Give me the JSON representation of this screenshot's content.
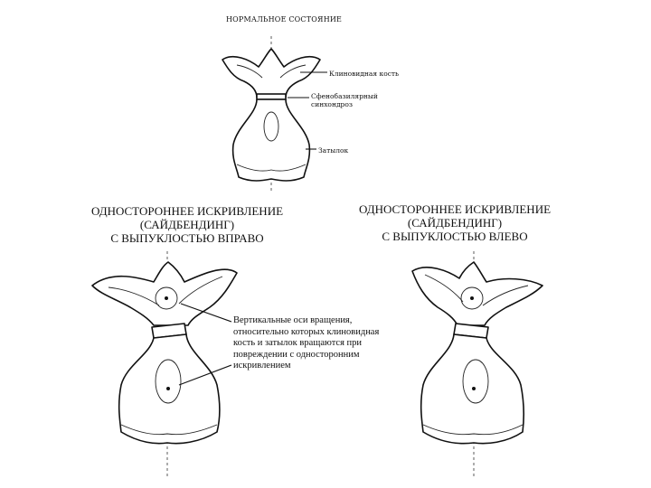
{
  "normal": {
    "title": "НОРМАЛЬНОЕ СОСТОЯНИЕ",
    "label_sphenoid": "Клиновидная кость",
    "label_synchondrosis_1": "Сфенобазилярный",
    "label_synchondrosis_2": "синхондроз",
    "label_occiput": "Затылок"
  },
  "left_heading": {
    "line1": "ОДНОСТОРОННЕЕ ИСКРИВЛЕНИЕ",
    "line2": "(САЙДБЕНДИНГ)",
    "line3": "С ВЫПУКЛОСТЬЮ ВПРАВО"
  },
  "right_heading": {
    "line1": "ОДНОСТОРОННЕЕ ИСКРИВЛЕНИЕ",
    "line2": "(САЙДБЕНДИНГ)",
    "line3": "С ВЫПУКЛОСТЬЮ ВЛЕВО"
  },
  "note": {
    "line1": "Вертикальные оси вращения,",
    "line2": "относительно которых клиновидная",
    "line3": "кость и затылок вращаются при",
    "line4": "повреждении с односторонним",
    "line5": "искривлением"
  }
}
